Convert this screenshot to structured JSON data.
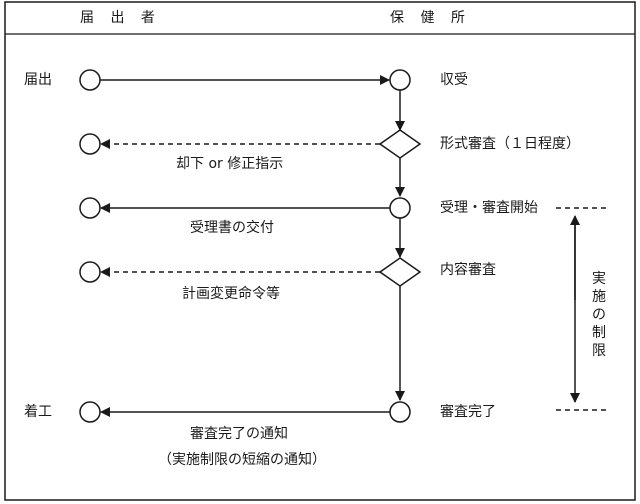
{
  "header": {
    "left": "届 出 者",
    "right": "保 健 所"
  },
  "left_labels": {
    "notify": "届出",
    "start_work": "着工"
  },
  "right_labels": {
    "receive": "収受",
    "formal_review": "形式審査（１日程度）",
    "accept_review": "受理・審査開始",
    "content_review": "内容審査",
    "review_done": "審査完了"
  },
  "arrow_labels": {
    "reject": "却下 or 修正指示",
    "acceptance_doc": "受理書の交付",
    "change_order": "計画変更命令等",
    "completion_notice_1": "審査完了の通知",
    "completion_notice_2": "（実施制限の短縮の通知）"
  },
  "restriction_label": [
    "実",
    "施",
    "の",
    "制",
    "限"
  ]
}
